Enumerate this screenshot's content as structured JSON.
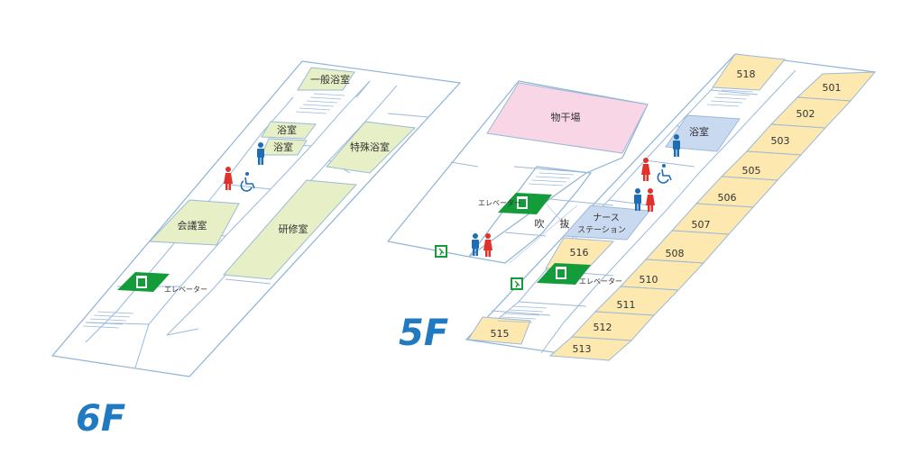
{
  "floors": {
    "f6": {
      "label": "6F",
      "rooms": {
        "bath_general": "一般浴室",
        "bath_1": "浴室",
        "bath_2": "浴室",
        "bath_special": "特殊浴室",
        "meeting": "会議室",
        "training": "研修室",
        "elevator": "エレベーター"
      }
    },
    "f5": {
      "label": "5F",
      "rooms": {
        "drying": "物干場",
        "bath": "浴室",
        "elevator_left": "エレベーター",
        "elevator_right": "エレベーター",
        "atrium_1": "吹",
        "atrium_2": "抜",
        "nurse_1": "ナース",
        "nurse_2": "ステーション"
      },
      "rooms_right": [
        "501",
        "502",
        "503",
        "505",
        "506",
        "507",
        "508",
        "510",
        "511",
        "512",
        "513"
      ],
      "rooms_other": {
        "r518": "518",
        "r516": "516",
        "r515": "515"
      }
    }
  },
  "colors": {
    "outline": "#8fb3d6",
    "room_green": "#e6efc6",
    "room_yellow": "#fde8b0",
    "room_blue": "#c9daf0",
    "room_pink": "#f8d6e6",
    "elevator_green": "#149c3b",
    "male_blue": "#1c6db5",
    "female_red": "#e0322a",
    "label_blue": "#1f7ac2"
  },
  "icons": [
    "male-restroom-icon",
    "female-restroom-icon",
    "wheelchair-icon",
    "elevator-icon",
    "emergency-exit-icon",
    "stairs-icon"
  ]
}
